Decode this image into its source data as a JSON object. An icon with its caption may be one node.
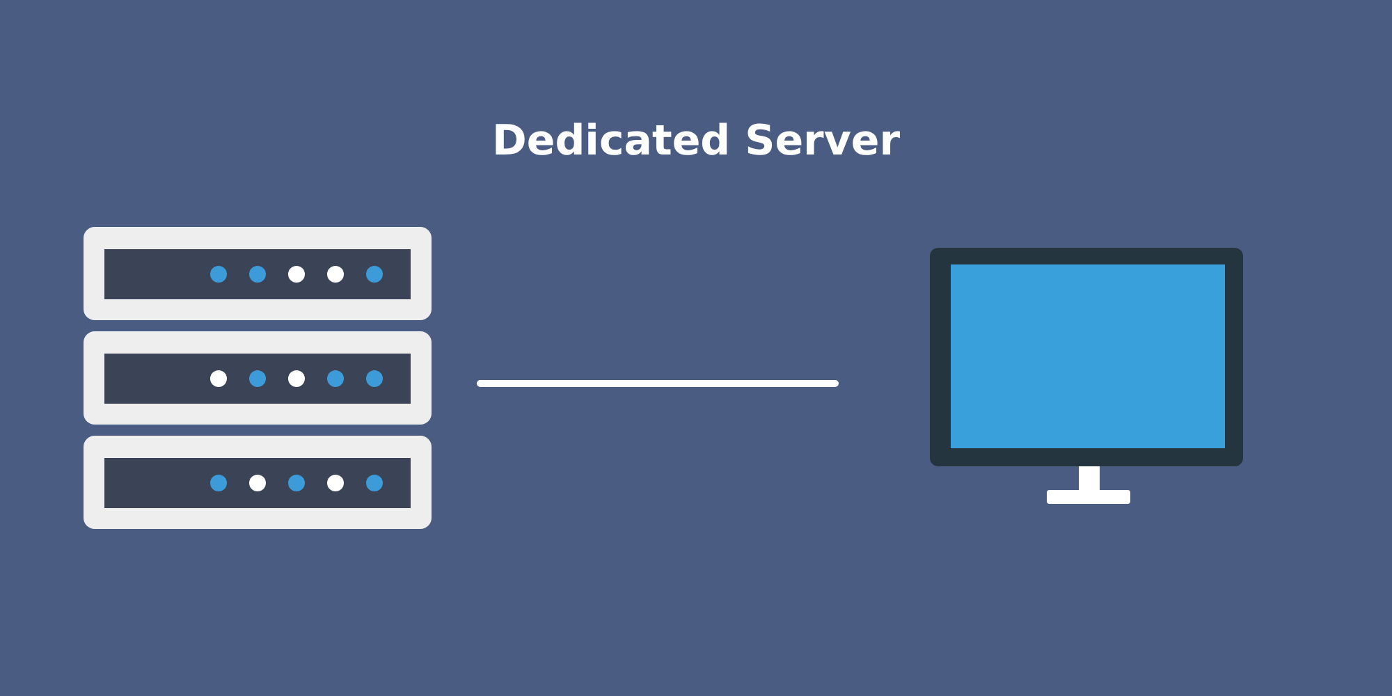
{
  "diagram": {
    "title": "Dedicated Server",
    "nodes": [
      {
        "text": [],
        "shape": "picture"
      },
      {
        "text": [],
        "shape": "picture"
      }
    ],
    "edges": [
      {
        "from": 0,
        "to": 1,
        "arrow": "none"
      }
    ]
  }
}
